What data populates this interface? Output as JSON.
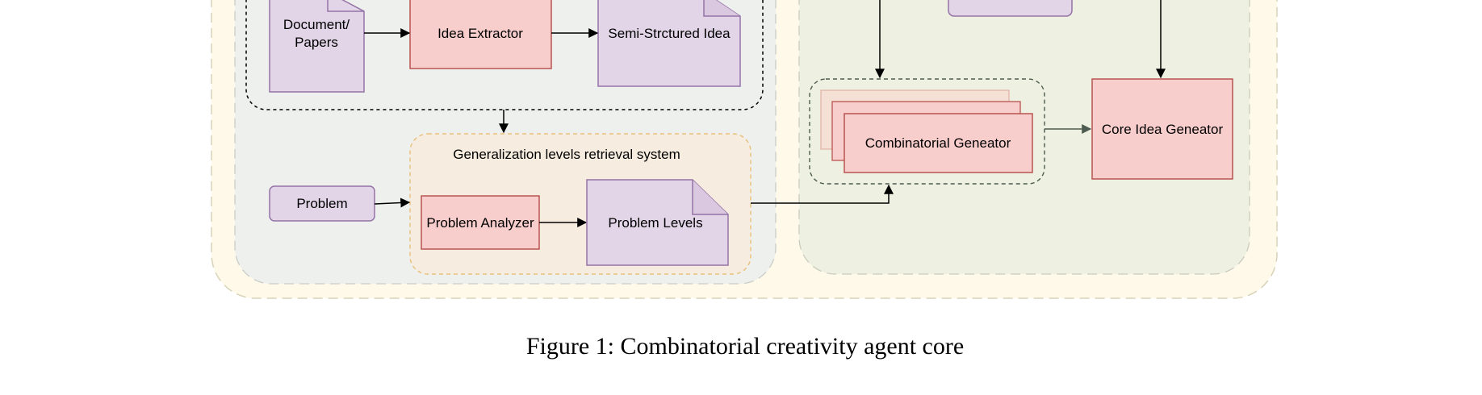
{
  "nodes": {
    "document_papers_line1": "Document/",
    "document_papers_line2": "Papers",
    "idea_extractor": "Idea Extractor",
    "semi_structured_idea": "Semi-Strctured Idea",
    "generalization_system_title": "Generalization levels retrieval system",
    "problem": "Problem",
    "problem_analyzer": "Problem Analyzer",
    "problem_levels": "Problem Levels",
    "combinatorial_generator": "Combinatorial Geneator",
    "core_idea_generator": "Core Idea Geneator"
  },
  "caption": "Figure 1: Combinatorial creativity agent core",
  "colors": {
    "outer_bg": "#fef9e9",
    "outer_border": "#d7d2b8",
    "left_panel_bg": "#eef0ee",
    "right_panel_bg": "#eef1e2",
    "purple_fill": "#e1d5e7",
    "purple_border": "#9673a6",
    "red_fill": "#f8cecc",
    "red_border": "#b85450",
    "orange_panel_bg": "#f6ecdf",
    "orange_panel_border": "#e8c07c"
  }
}
